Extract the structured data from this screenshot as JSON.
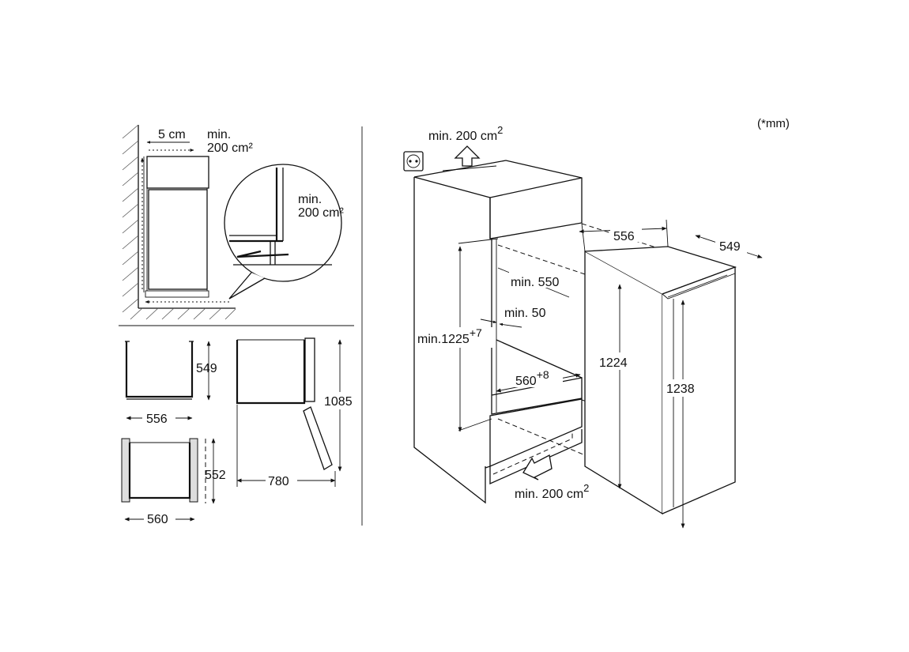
{
  "units_note": "(*mm)",
  "top_left": {
    "gap_label": "5 cm",
    "vent_label_line1": "min.",
    "vent_label_line2": "200 cm²",
    "detail_label_line1": "min.",
    "detail_label_line2": "200 cm²"
  },
  "views": {
    "v1_depth": "549",
    "v1_width": "556",
    "v2_height": "1085",
    "v2_swing": "780",
    "v3_depth": "552",
    "v3_width": "560"
  },
  "niche": {
    "top_vent": "min. 200 cm",
    "top_vent_sup": "2",
    "depth": "min. 550",
    "gap": "min. 50",
    "height": "min.1225",
    "height_sup": "+7",
    "width": "560",
    "width_sup": "+8",
    "bottom_vent": "min. 200 cm",
    "bottom_vent_sup": "2"
  },
  "appliance": {
    "width": "556",
    "depth": "549",
    "body_height": "1224",
    "total_height": "1238"
  },
  "icons": {
    "socket": "power-socket-icon",
    "arrow_up": "airflow-up-arrow-icon",
    "arrow_in": "airflow-in-arrow-icon"
  }
}
